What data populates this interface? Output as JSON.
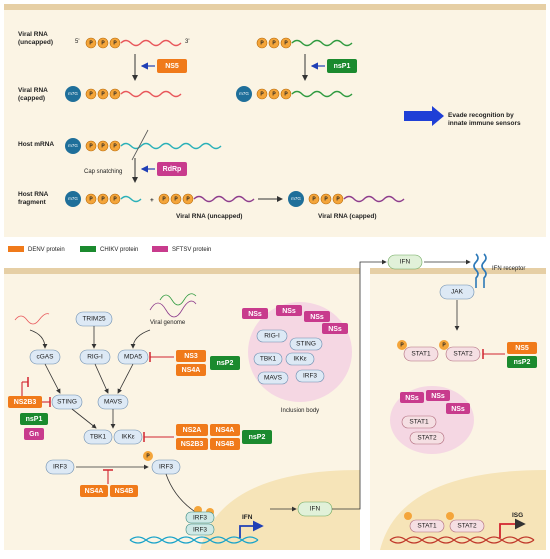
{
  "top_panel": {
    "labels": {
      "viral_uncapped": "Viral RNA\n(uncapped)",
      "viral_capped": "Viral RNA\n(capped)",
      "host_mrna": "Host mRNA",
      "host_fragment": "Host RNA\nfragment",
      "five_prime": "5'",
      "three_prime": "3'",
      "cap_snatching": "Cap snatching",
      "viral_uncapped_bottom": "Viral RNA (uncapped)",
      "viral_capped_bottom": "Viral RNA (capped)",
      "evade": "Evade recognition by\ninnate immune sensors",
      "plus": "+"
    },
    "proteins": {
      "ns5": "NS5",
      "nsp1": "nsP1",
      "rdrp": "RdRp"
    },
    "phosphate": "P",
    "cap": "m7G"
  },
  "legend": [
    {
      "label": "DENV protein",
      "color": "#f07a1a"
    },
    {
      "label": "CHIKV protein",
      "color": "#1b8a2e"
    },
    {
      "label": "SFTSV protein",
      "color": "#c83b8d"
    }
  ],
  "bottom_left": {
    "viral_genome": "Viral genome",
    "inclusion_body": "Inclusion body",
    "nodes": {
      "trim25": "TRIM25",
      "cgas": "cGAS",
      "rigi": "RIG-I",
      "mda5": "MDA5",
      "sting": "STING",
      "mavs": "MAVS",
      "tbk1": "TBK1",
      "ikke": "IKKε",
      "irf3": "IRF3",
      "ifn": "IFN"
    },
    "inclusion_nodes": [
      "RIG-I",
      "STING",
      "TBK1",
      "IKKε",
      "MAVS",
      "IRF3"
    ],
    "inclusion_nss": [
      "NSs",
      "NSs",
      "NSs",
      "NSs"
    ],
    "proteins": {
      "ns3": "NS3",
      "ns4a_a": "NS4A",
      "nsp2_a": "nsP2",
      "ns2b3_a": "NS2B3",
      "nsp1": "nsP1",
      "gn": "Gn",
      "ns2a": "NS2A",
      "ns4a_b": "NS4A",
      "ns2b3_b": "NS2B3",
      "ns4b_a": "NS4B",
      "nsp2_b": "nsP2",
      "ns4a_c": "NS4A",
      "ns4b_b": "NS4B"
    },
    "ifn_gene": "IFN"
  },
  "bottom_right": {
    "ifn": "IFN",
    "ifn_receptor": "IFN receptor",
    "jak": "JAK",
    "stat1": "STAT1",
    "stat2": "STAT2",
    "ns5": "NS5",
    "nsp2": "nsP2",
    "nss": [
      "NSs",
      "NSs",
      "NSs"
    ],
    "isg": "ISG"
  }
}
